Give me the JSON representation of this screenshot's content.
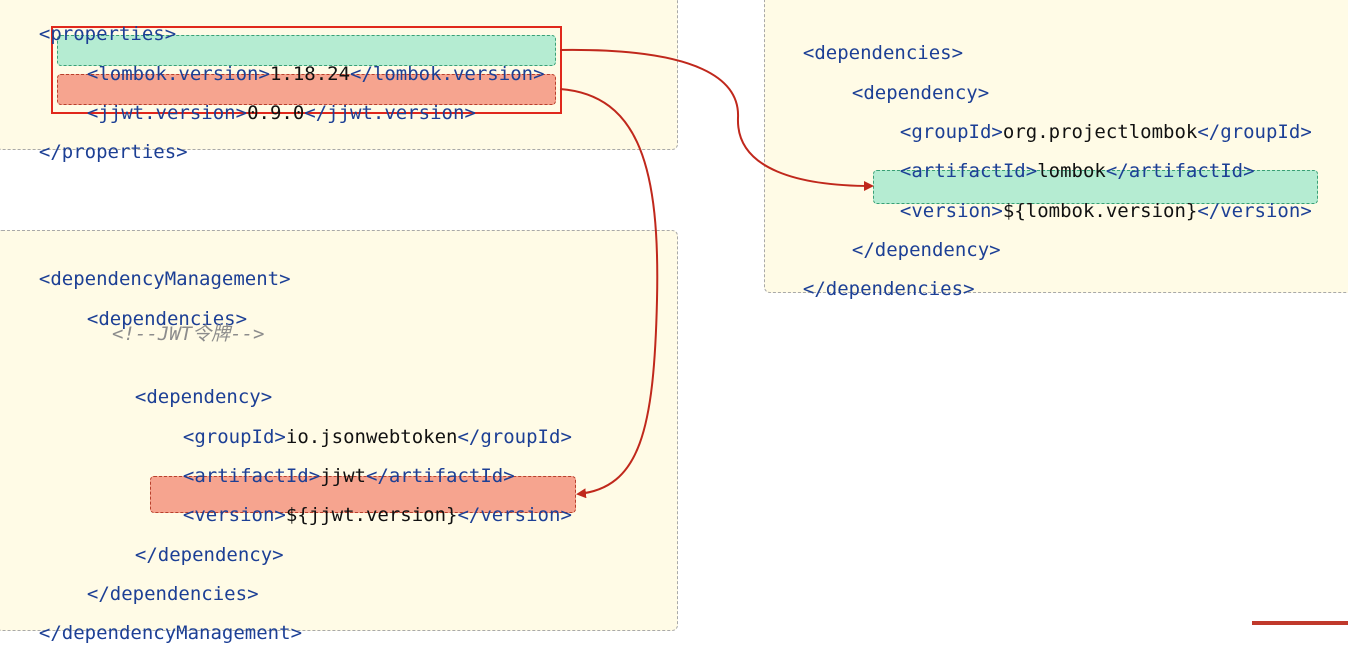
{
  "properties_box": {
    "open": [
      "<",
      "properties",
      ">"
    ],
    "lombok_line": [
      "<",
      "lombok.version",
      ">",
      "1.18.24",
      "</",
      "lombok.version",
      ">"
    ],
    "jjwt_line": [
      "<",
      "jjwt.version",
      ">",
      "0.9.0",
      "</",
      "jjwt.version",
      ">"
    ],
    "close": [
      "</",
      "properties",
      ">"
    ]
  },
  "dependencies_box": {
    "l1": [
      "<",
      "dependencies",
      ">"
    ],
    "l2": [
      "<",
      "dependency",
      ">"
    ],
    "l3": [
      "<",
      "groupId",
      ">",
      "org.projectlombok",
      "</",
      "groupId",
      ">"
    ],
    "l4": [
      "<",
      "artifactId",
      ">",
      "lombok",
      "</",
      "artifactId",
      ">"
    ],
    "l5": [
      "<",
      "version",
      ">",
      "${lombok.version}",
      "</",
      "version",
      ">"
    ],
    "l6": [
      "</",
      "dependency",
      ">"
    ],
    "l7": [
      "</",
      "dependencies",
      ">"
    ]
  },
  "dm_box": {
    "l1": [
      "<",
      "dependencyManagement",
      ">"
    ],
    "l2": [
      "<",
      "dependencies",
      ">"
    ],
    "comment": "<!--JWT令牌-->",
    "l4": [
      "<",
      "dependency",
      ">"
    ],
    "l5": [
      "<",
      "groupId",
      ">",
      "io.jsonwebtoken",
      "</",
      "groupId",
      ">"
    ],
    "l6": [
      "<",
      "artifactId",
      ">",
      "jjwt",
      "</",
      "artifactId",
      ">"
    ],
    "l7": [
      "<",
      "version",
      ">",
      "${jjwt.version}",
      "</",
      "version",
      ">"
    ],
    "l8": [
      "</",
      "dependency",
      ">"
    ],
    "l9": [
      "</",
      "dependencies",
      ">"
    ],
    "l10": [
      "</",
      "dependencyManagement",
      ">"
    ]
  },
  "colors": {
    "tag": "#1c3f95",
    "arrow": "#c0281c",
    "green_highlight": "#b5ecd2",
    "red_highlight": "#f6a48f"
  }
}
